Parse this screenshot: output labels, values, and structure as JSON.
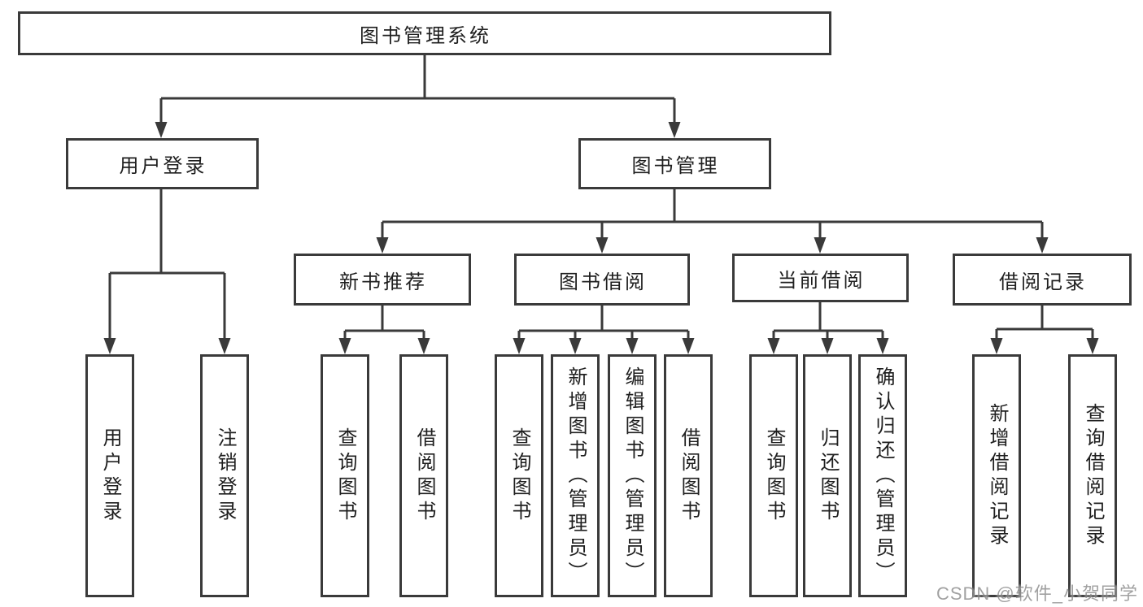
{
  "diagram": {
    "title_node": {
      "id": "book-management-system",
      "label": "图书管理系统"
    },
    "level2": [
      {
        "id": "user-login",
        "label": "用户登录",
        "parent": "book-management-system"
      },
      {
        "id": "book-management",
        "label": "图书管理",
        "parent": "book-management-system"
      }
    ],
    "level3": [
      {
        "id": "new-book-recommend",
        "label": "新书推荐",
        "parent": "book-management"
      },
      {
        "id": "book-borrow",
        "label": "图书借阅",
        "parent": "book-management"
      },
      {
        "id": "current-borrow",
        "label": "当前借阅",
        "parent": "book-management"
      },
      {
        "id": "borrow-record",
        "label": "借阅记录",
        "parent": "book-management"
      }
    ],
    "level4": [
      {
        "id": "leaf-user-login",
        "label": "用户登录",
        "parent": "user-login"
      },
      {
        "id": "leaf-logout",
        "label": "注销登录",
        "parent": "user-login"
      },
      {
        "id": "leaf-query-books-recommend",
        "label": "查询图书",
        "parent": "new-book-recommend"
      },
      {
        "id": "leaf-borrow-books-recommend",
        "label": "借阅图书",
        "parent": "new-book-recommend"
      },
      {
        "id": "leaf-query-books-borrow",
        "label": "查询图书",
        "parent": "book-borrow"
      },
      {
        "id": "leaf-add-books-admin",
        "label": "新增图书（管理员）",
        "parent": "book-borrow"
      },
      {
        "id": "leaf-edit-books-admin",
        "label": "编辑图书（管理员）",
        "parent": "book-borrow"
      },
      {
        "id": "leaf-borrow-books",
        "label": "借阅图书",
        "parent": "book-borrow"
      },
      {
        "id": "leaf-query-books-current",
        "label": "查询图书",
        "parent": "current-borrow"
      },
      {
        "id": "leaf-return-books",
        "label": "归还图书",
        "parent": "current-borrow"
      },
      {
        "id": "leaf-confirm-return-admin",
        "label": "确认归还（管理员）",
        "parent": "current-borrow"
      },
      {
        "id": "leaf-add-borrow-record",
        "label": "新增借阅记录",
        "parent": "borrow-record"
      },
      {
        "id": "leaf-query-borrow-record",
        "label": "查询借阅记录",
        "parent": "borrow-record"
      }
    ]
  },
  "watermark": {
    "text": "CSDN @软件_小贺同学"
  },
  "colors": {
    "background": "#ffffff",
    "line": "#3a3a3a",
    "box_border": "#3a3a3a",
    "box_fill": "#ffffff",
    "text": "#1f1f1f",
    "watermark_text": "#7d7d7d"
  }
}
